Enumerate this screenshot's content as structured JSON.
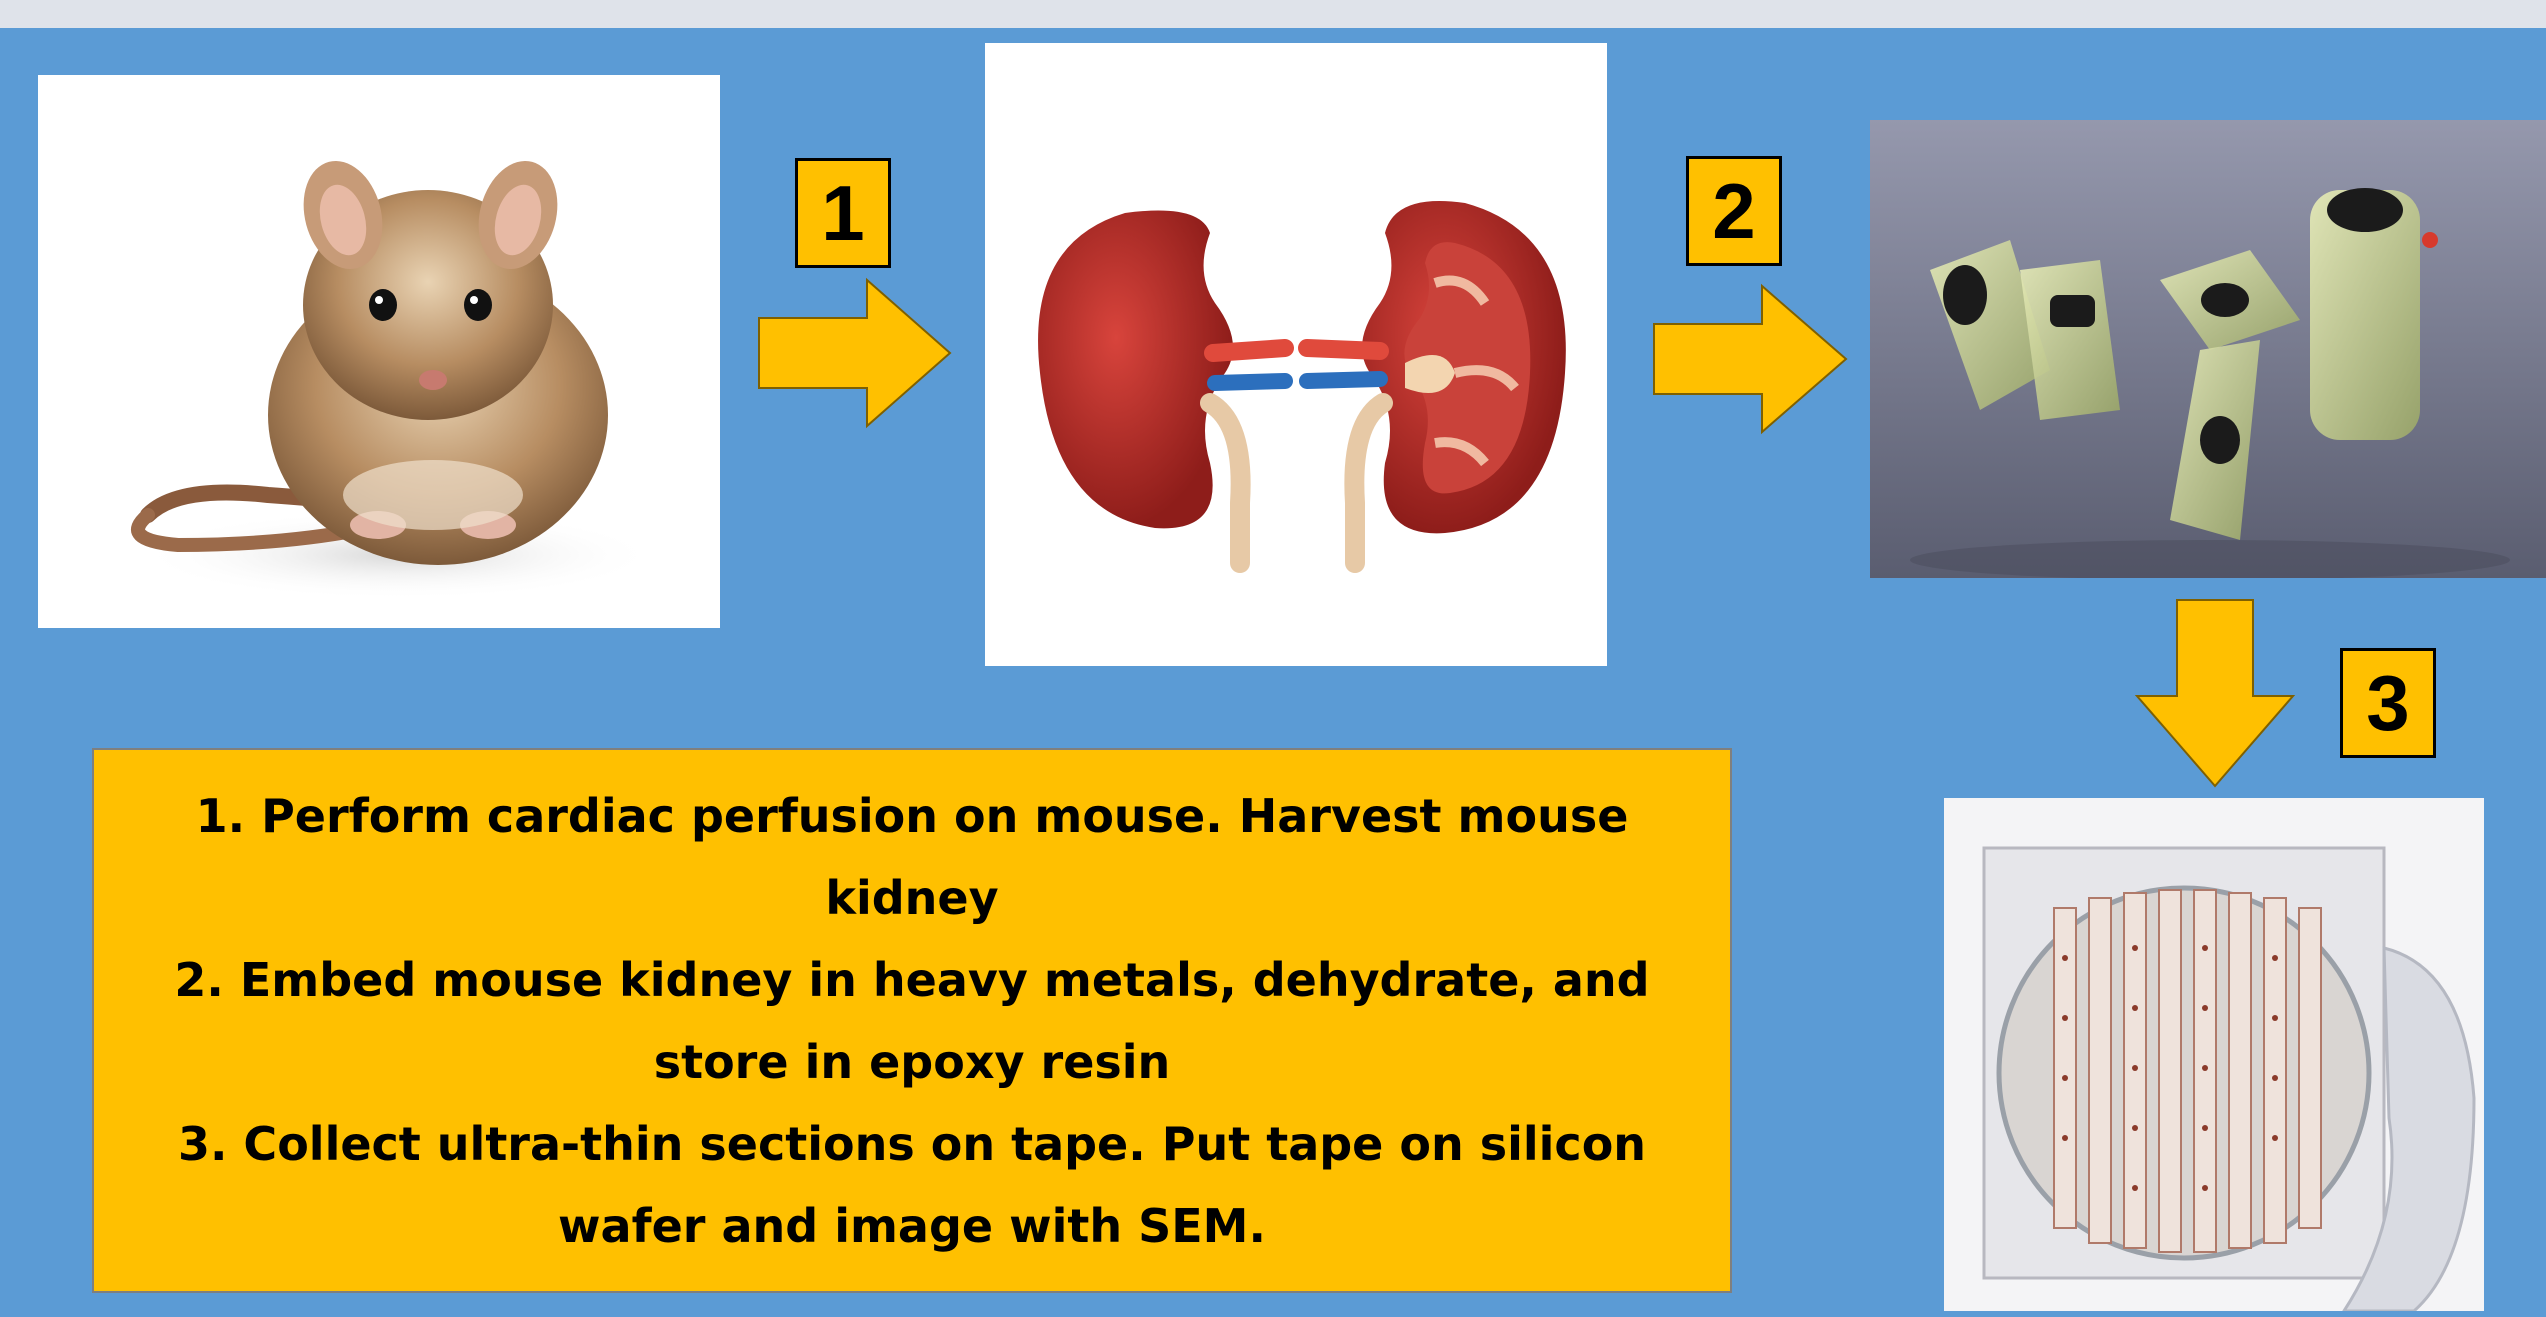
{
  "steps": [
    {
      "number": "1",
      "text": "1.  Perform cardiac perfusion on mouse. Harvest mouse kidney"
    },
    {
      "number": "2",
      "text": "2.  Embed mouse kidney in heavy metals, dehydrate, and store in epoxy resin"
    },
    {
      "number": "3",
      "text": "3.  Collect ultra-thin sections on tape. Put tape on silicon wafer and image with SEM."
    }
  ],
  "colors": {
    "background": "#5b9bd5",
    "arrow": "#ffc000",
    "label_box": "#ffc000",
    "text": "#000000"
  },
  "images": [
    "mouse-photo",
    "kidney-illustration",
    "epoxy-resin-blocks-photo",
    "silicon-wafer-photo"
  ]
}
